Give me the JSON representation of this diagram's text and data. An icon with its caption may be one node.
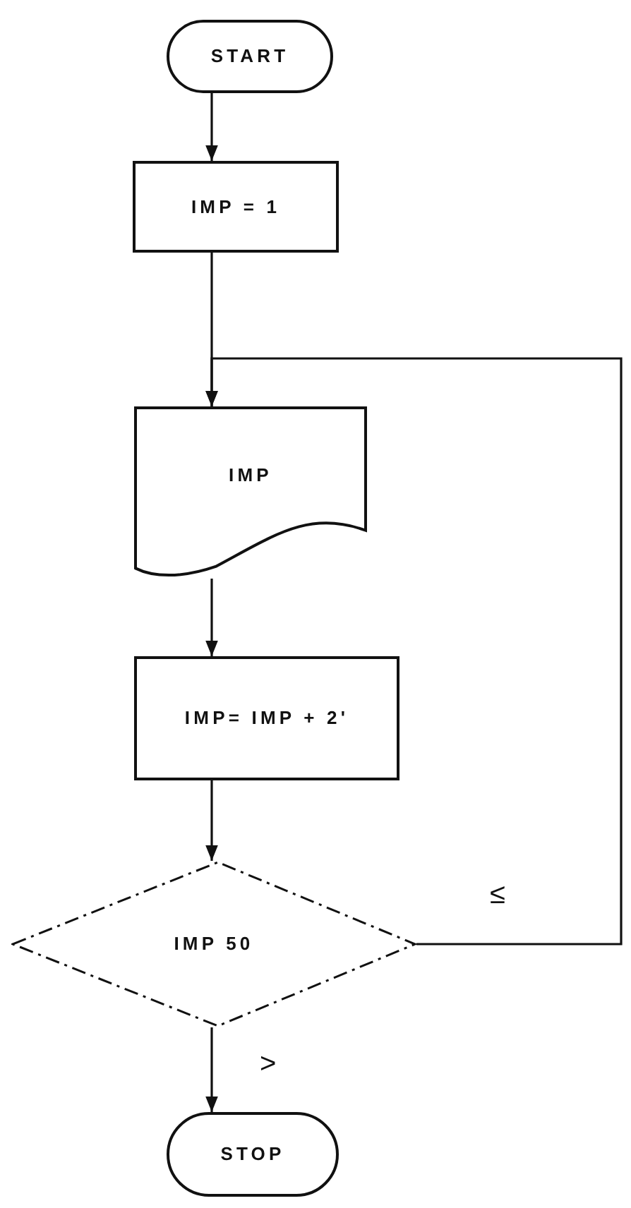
{
  "diagram": {
    "nodes": [
      {
        "text": [
          "START"
        ]
      },
      {
        "text": [
          "IMP = 1"
        ]
      },
      {
        "text": [
          "IMP"
        ]
      },
      {
        "text": [
          "IMP= IMP + 2'"
        ]
      },
      {
        "text": [
          "IMP 50"
        ]
      },
      {
        "text": [
          "STOP"
        ]
      }
    ],
    "edges": [
      {
        "from": 0,
        "to": 1,
        "arrow": "to"
      },
      {
        "from": 1,
        "to": 2,
        "arrow": "to"
      },
      {
        "from": 2,
        "to": 3,
        "arrow": "to"
      },
      {
        "from": 3,
        "to": 4,
        "arrow": "to"
      },
      {
        "from": 4,
        "to": 5,
        "arrow": "to",
        "label": ">"
      },
      {
        "from": 4,
        "to": 2,
        "arrow": "to",
        "label": "≤"
      }
    ]
  }
}
